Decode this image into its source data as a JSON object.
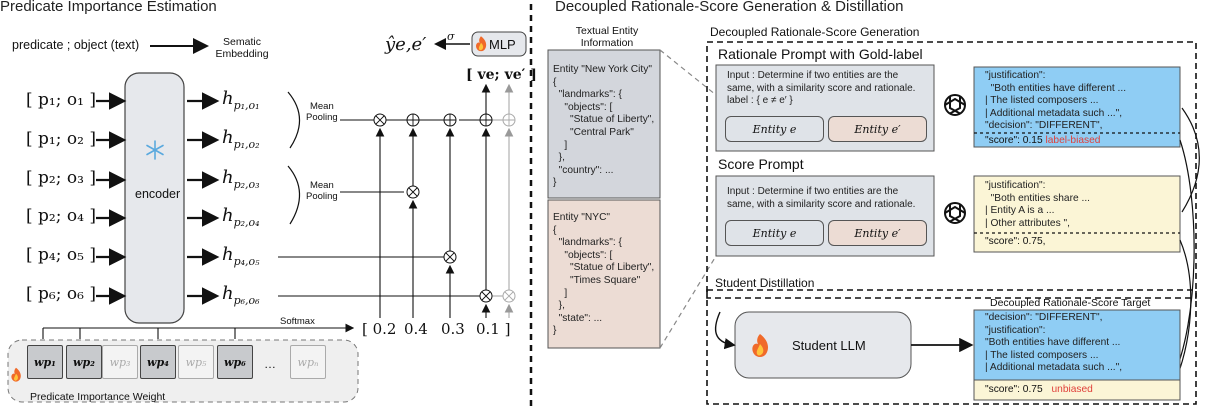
{
  "left_section": {
    "title": "Predicate Importance Estimation",
    "input_label": "predicate ; object (text)",
    "embedding_label_line1": "Sematic",
    "embedding_label_line2": "Embedding",
    "encoder_label": "encoder",
    "pairs": [
      "[ p₁; o₁ ]",
      "[ p₁; o₂ ]",
      "[ p₂; o₃ ]",
      "[ p₂; o₄ ]",
      "[ p₄; o₅ ]",
      "[ p₆; o₆ ]"
    ],
    "hidden": [
      "h",
      "h",
      "h",
      "h",
      "h",
      "h"
    ],
    "hidden_sub": [
      "p₁,o₁",
      "p₁,o₂",
      "p₂,o₃",
      "p₂,o₄",
      "p₄,o₅",
      "p₆,o₆"
    ],
    "mean_pooling_line1": "Mean",
    "mean_pooling_line2": "Pooling",
    "softmax_label": "Softmax",
    "weights": [
      "[ 0.2",
      "0.4",
      "0.3",
      "0.1 ]"
    ],
    "weight_boxes": [
      "wp₁",
      "wp₂",
      "wp₃",
      "wp₄",
      "wp₅",
      "wp₆",
      "…",
      "wpₙ"
    ],
    "weight_caption": "Predicate Importance Weight",
    "mlp_label": "MLP",
    "sigma_label": "σ",
    "output_label": "ŷe,e′",
    "concat_label": "[ ve; ve′ ]"
  },
  "right_section": {
    "title": "Decoupled Rationale-Score Generation & Distillation",
    "textual_entity_title_line1": "Textual Entity",
    "textual_entity_title_line2": "Information",
    "entity1_code": "Entity \"New York City\"\n{\n  \"landmarks\": {\n    \"objects\": [\n      \"Statue of Liberty\",\n      \"Central Park\"\n    ]\n  },\n  \"country\": ...\n}",
    "entity2_code": "Entity \"NYC\"\n{\n  \"landmarks\": {\n    \"objects\": [\n      \"Statue of Liberty\",\n      \"Times Square\"\n    ]\n  },\n  \"state\": ...\n}",
    "drg_title": "Decoupled Rationale-Score Generation",
    "rationale_prompt_title": "Rationale Prompt with Gold-label",
    "rationale_input": "Input : Determine if two entities are the\nsame, with a similarity score and rationale.\nlabel : { e ≠ e′ }",
    "entity_e": "Entity e",
    "entity_e2": "Entity e′",
    "rationale_output": "\"justification\":\n  \"Both entities have different ...\n| The listed composers ...\n| Additional metadata such ...\",\n\"decision\": \"DIFFERENT\",",
    "rationale_score": "\"score\": 0.15",
    "rationale_score_tag": "label-biased",
    "score_prompt_title": "Score Prompt",
    "score_input": "Input : Determine if two entities are the\nsame, with a similarity score and rationale.",
    "score_output": "\"justification\":\n  \"Both entities share ...\n| Entity A is a ...\n| Other attributes \",",
    "score_score": "\"score\": 0.75,",
    "student_title": "Student Distillation",
    "student_llm": "Student LLM",
    "target_title": "Decoupled Rationale-Score Target",
    "target_output": "\"decision\": \"DIFFERENT\",\n\"justification\":\n\"Both entities have different ...\n| The listed composers ...\n| Additional metadata such ...\",",
    "target_score": "\"score\": 0.75",
    "target_score_tag": "unbiased"
  },
  "colors": {
    "encoder_fill": "#e6e8ec",
    "entity1_fill": "#d3d6dc",
    "entity2_fill": "#ecdcd4",
    "blue_box": "#8fcdf4",
    "yellow_box": "#fbf5d6",
    "prompt_fill": "#dfe3e8",
    "weight_active": "#c8cacd",
    "red": "#e0413b"
  }
}
